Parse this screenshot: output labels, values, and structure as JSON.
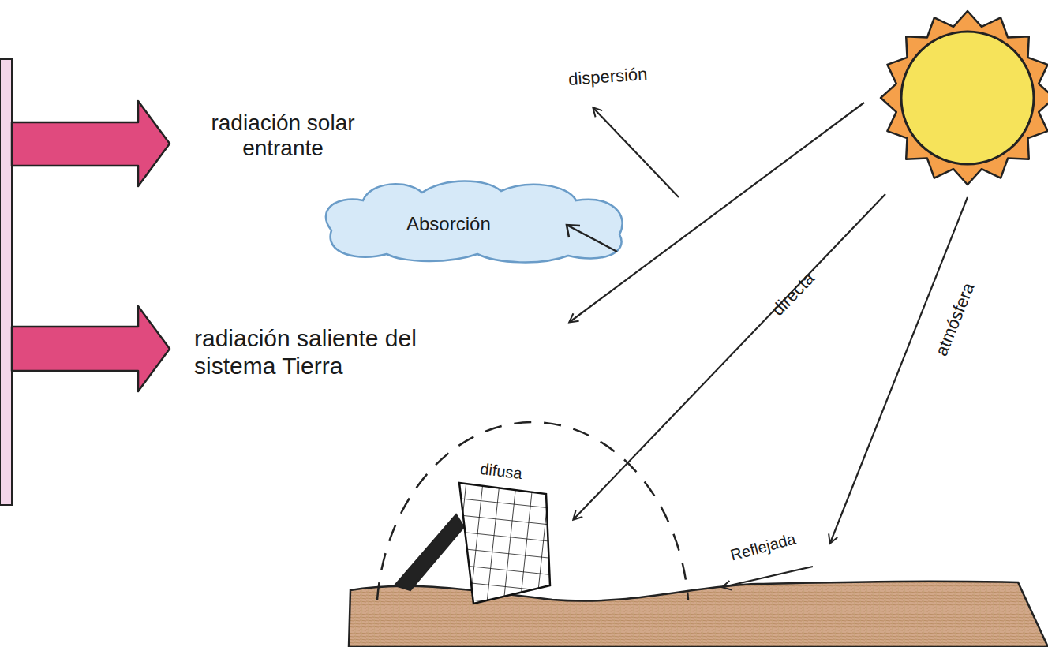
{
  "diagram": {
    "nodes": [
      {
        "text": [
          "Absorción"
        ]
      }
    ],
    "labels": [
      "dispersión",
      "radiación solar entrante",
      "radiación saliente del sistema Tierra",
      "directa",
      "atmósfera",
      "difusa",
      "Reflejada"
    ]
  }
}
